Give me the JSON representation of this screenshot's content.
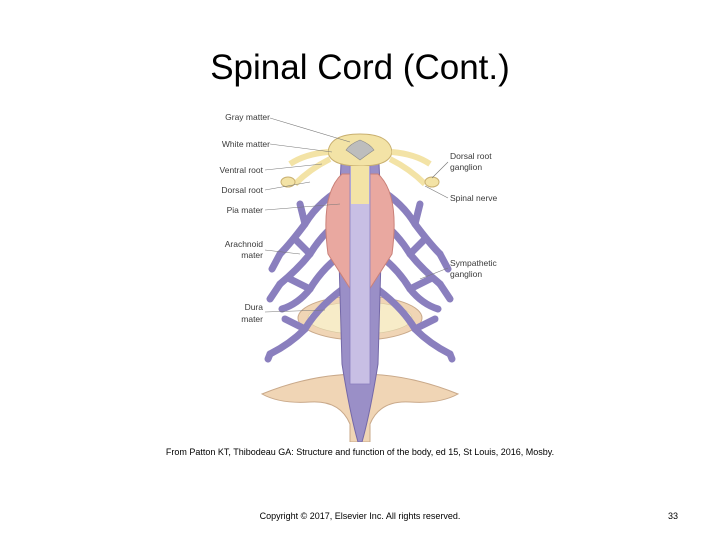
{
  "slide": {
    "title": "Spinal Cord (Cont.)",
    "citation": "From Patton KT, Thibodeau GA: Structure and function of the body, ed 15, St Louis, 2016, Mosby.",
    "copyright": "Copyright © 2017, Elsevier Inc. All rights reserved.",
    "page_number": "33"
  },
  "figure": {
    "left_labels": {
      "gray_matter": "Gray matter",
      "white_matter": "White matter",
      "ventral_root": "Ventral root",
      "dorsal_root": "Dorsal root",
      "pia_mater": "Pia mater",
      "arachnoid_mater_1": "Arachnoid",
      "arachnoid_mater_2": "mater",
      "dura_mater_1": "Dura",
      "dura_mater_2": "mater"
    },
    "right_labels": {
      "dorsal_root_ganglion_1": "Dorsal root",
      "dorsal_root_ganglion_2": "ganglion",
      "spinal_nerve": "Spinal nerve",
      "sympathetic_ganglion_1": "Sympathetic",
      "sympathetic_ganglion_2": "ganglion"
    },
    "colors": {
      "nerve_yellow": "#f3e3a6",
      "pia_pink": "#e9a8a0",
      "dura_purple": "#9a8fc7",
      "bone_tan": "#f0d5b5"
    }
  }
}
